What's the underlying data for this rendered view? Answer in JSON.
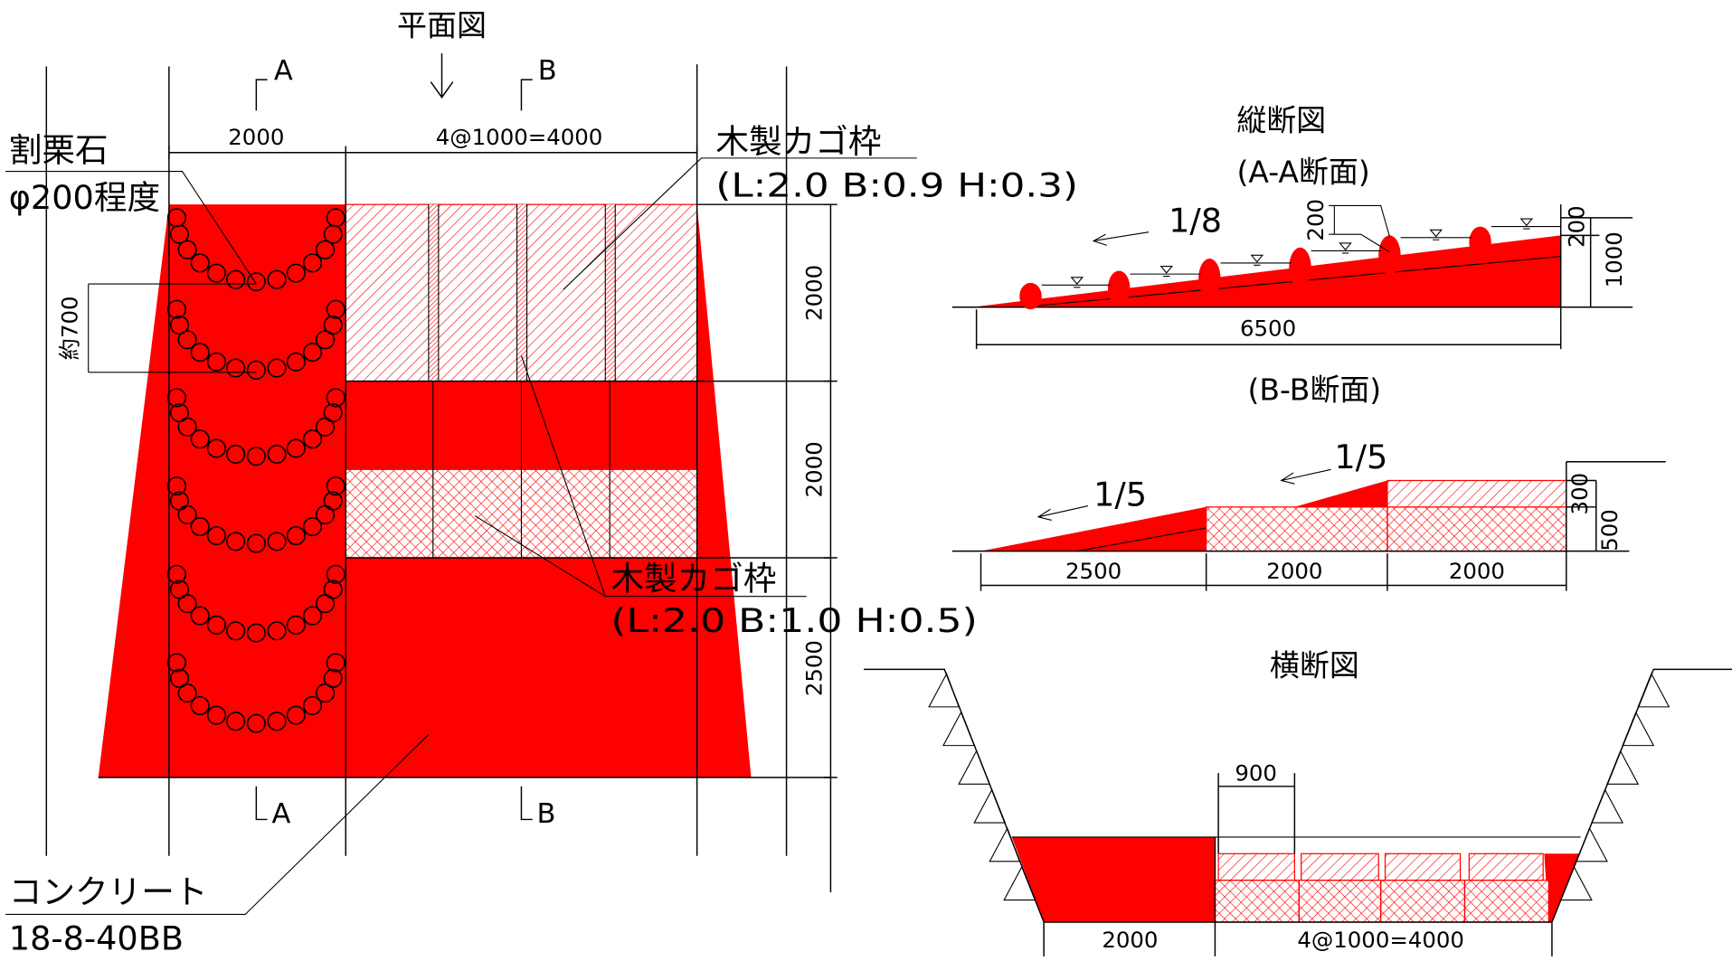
{
  "colors": {
    "concrete_red": "#ff0000",
    "line": "#000000",
    "background": "#ffffff"
  },
  "plan": {
    "title": "平面図",
    "section_a_top": "A",
    "section_b_top": "B",
    "section_a_bottom": "A",
    "section_b_bottom": "B",
    "dim_left_width": "2000",
    "dim_frames_width": "4@1000=4000",
    "dim_upper_length": "2000",
    "dim_middle_length": "2000",
    "dim_lower_length": "2500",
    "dim_rubble_pitch": "約700",
    "rubble_label": "割栗石",
    "rubble_size": "φ200程度",
    "frame_upper_label": "木製カゴ枠",
    "frame_upper_spec": "(L:2.0 B:0.9 H:0.3)",
    "frame_lower_label": "木製カゴ枠",
    "frame_lower_spec": "(L:2.0 B:1.0 H:0.5)",
    "concrete_label": "コンクリート",
    "concrete_spec": "18-8-40BB"
  },
  "longitudinal": {
    "title": "縦断図",
    "section_aa": "(A-A断面)",
    "aa_slope": "1/8",
    "aa_dim_step": "200",
    "aa_dim_top": "200",
    "aa_dim_height": "1000",
    "aa_dim_length": "6500",
    "section_bb": "(B-B断面)",
    "bb_slope_left": "1/5",
    "bb_slope_right": "1/5",
    "bb_dim_upper": "300",
    "bb_dim_lower": "500",
    "bb_dim_1": "2500",
    "bb_dim_2": "2000",
    "bb_dim_3": "2000"
  },
  "cross": {
    "title": "横断図",
    "dim_frame": "900",
    "dim_left": "2000",
    "dim_frames": "4@1000=4000"
  }
}
